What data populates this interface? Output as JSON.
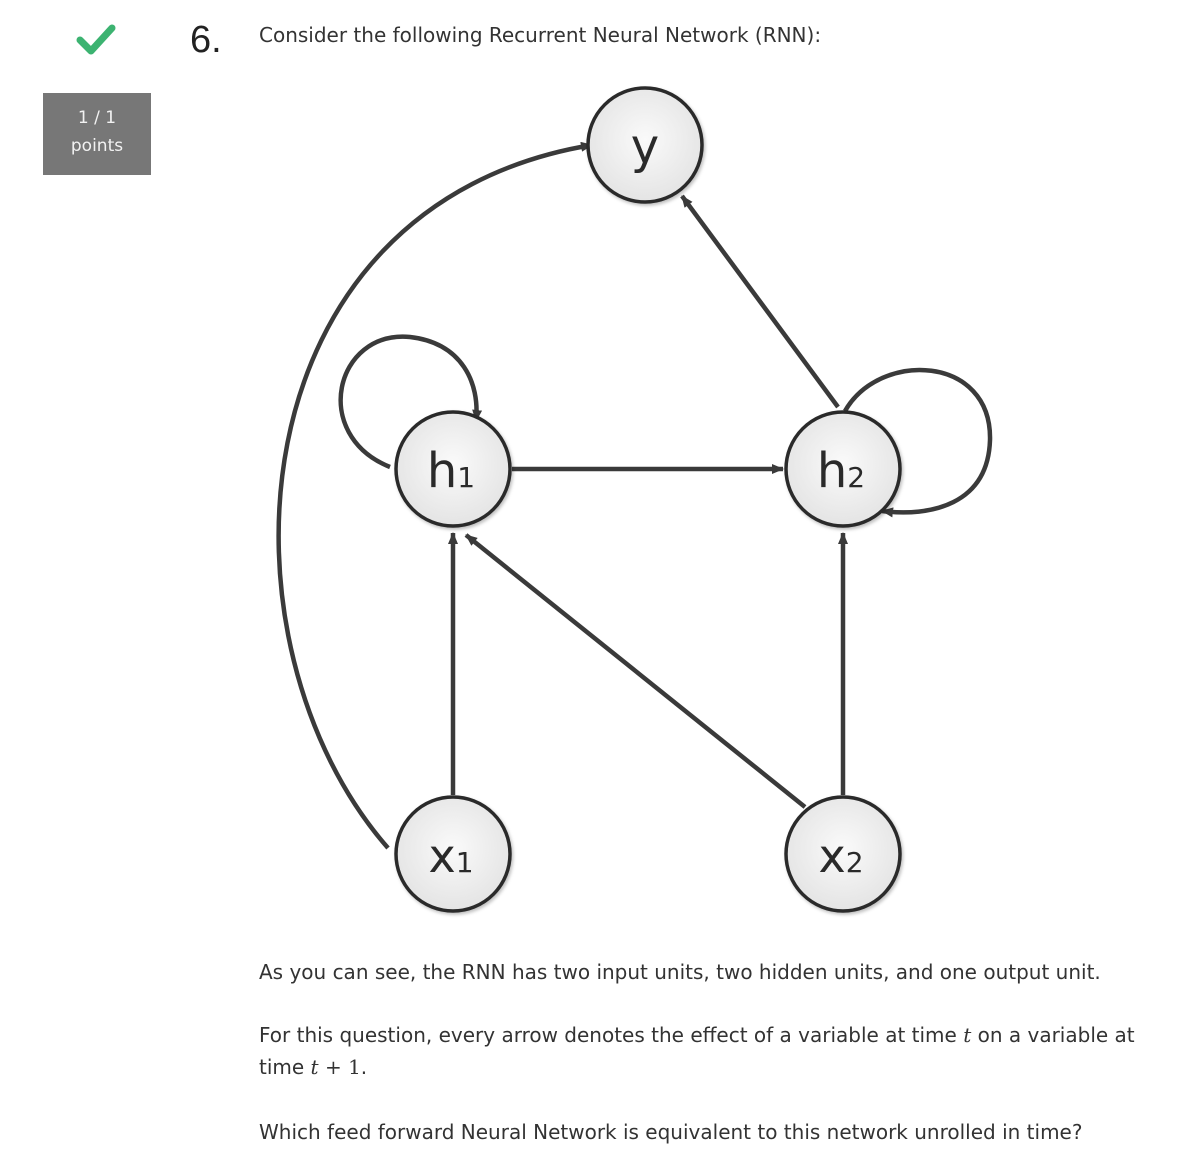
{
  "status": {
    "icon": "check-icon",
    "color": "#3cb371",
    "score": "1 / 1",
    "score_unit": "points"
  },
  "question": {
    "number": "6.",
    "title": "Consider the following Recurrent Neural Network (RNN):",
    "paragraph1": "As you can see, the RNN has two input units, two hidden units, and one output unit.",
    "paragraph2_prefix": "For this question, every arrow denotes the effect of a variable at time ",
    "paragraph2_var_t": "t",
    "paragraph2_middle": " on a variable at time ",
    "paragraph2_expr_t": "t",
    "paragraph2_expr_rest": " + 1",
    "paragraph2_suffix": ".",
    "paragraph3": "Which feed forward Neural Network is equivalent to this network unrolled in time?"
  },
  "diagram": {
    "nodes": {
      "y": {
        "main": "y",
        "sub": ""
      },
      "h1": {
        "main": "h",
        "sub": "1"
      },
      "h2": {
        "main": "h",
        "sub": "2"
      },
      "x1": {
        "main": "x",
        "sub": "1"
      },
      "x2": {
        "main": "x",
        "sub": "2"
      }
    },
    "edges": [
      {
        "from": "x1",
        "to": "h1"
      },
      {
        "from": "x2",
        "to": "h1"
      },
      {
        "from": "x2",
        "to": "h2"
      },
      {
        "from": "h1",
        "to": "h2"
      },
      {
        "from": "h2",
        "to": "y"
      },
      {
        "from": "x1",
        "to": "y"
      },
      {
        "from": "h1",
        "to": "h1"
      },
      {
        "from": "h2",
        "to": "h2"
      }
    ]
  }
}
